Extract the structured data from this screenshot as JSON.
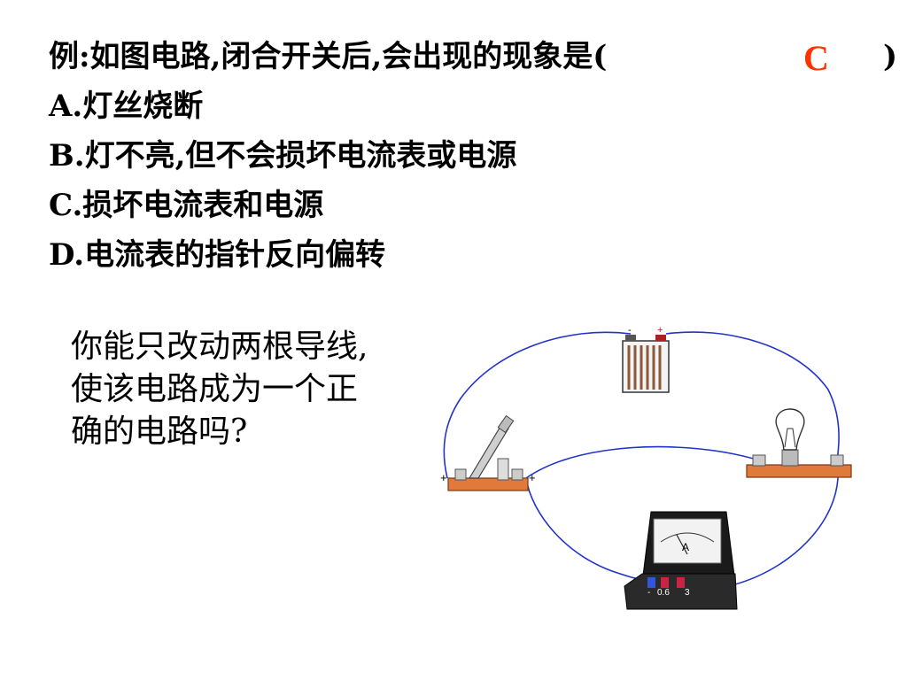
{
  "question": {
    "stem": "例:如图电路,闭合开关后,会出现的现象是(",
    "answer": "C",
    "close_paren": ")",
    "options": [
      "A.灯丝烧断",
      "B.灯不亮,但不会损坏电流表或电源",
      "C.损坏电流表和电源",
      "D.电流表的指针反向偏转"
    ]
  },
  "prompt": {
    "lines": [
      "你能只改动两根导线,",
      "使该电路成为一个正",
      "确的电路吗?"
    ]
  },
  "circuit": {
    "ammeter_symbol": "A",
    "ammeter_terminals": [
      "-",
      "0.6",
      "3"
    ],
    "battery_terminals": [
      "-",
      "+"
    ],
    "colors": {
      "wire": "#2233cc",
      "base": "#e07a3c",
      "ammeter_body": "#1a1a1a"
    }
  }
}
